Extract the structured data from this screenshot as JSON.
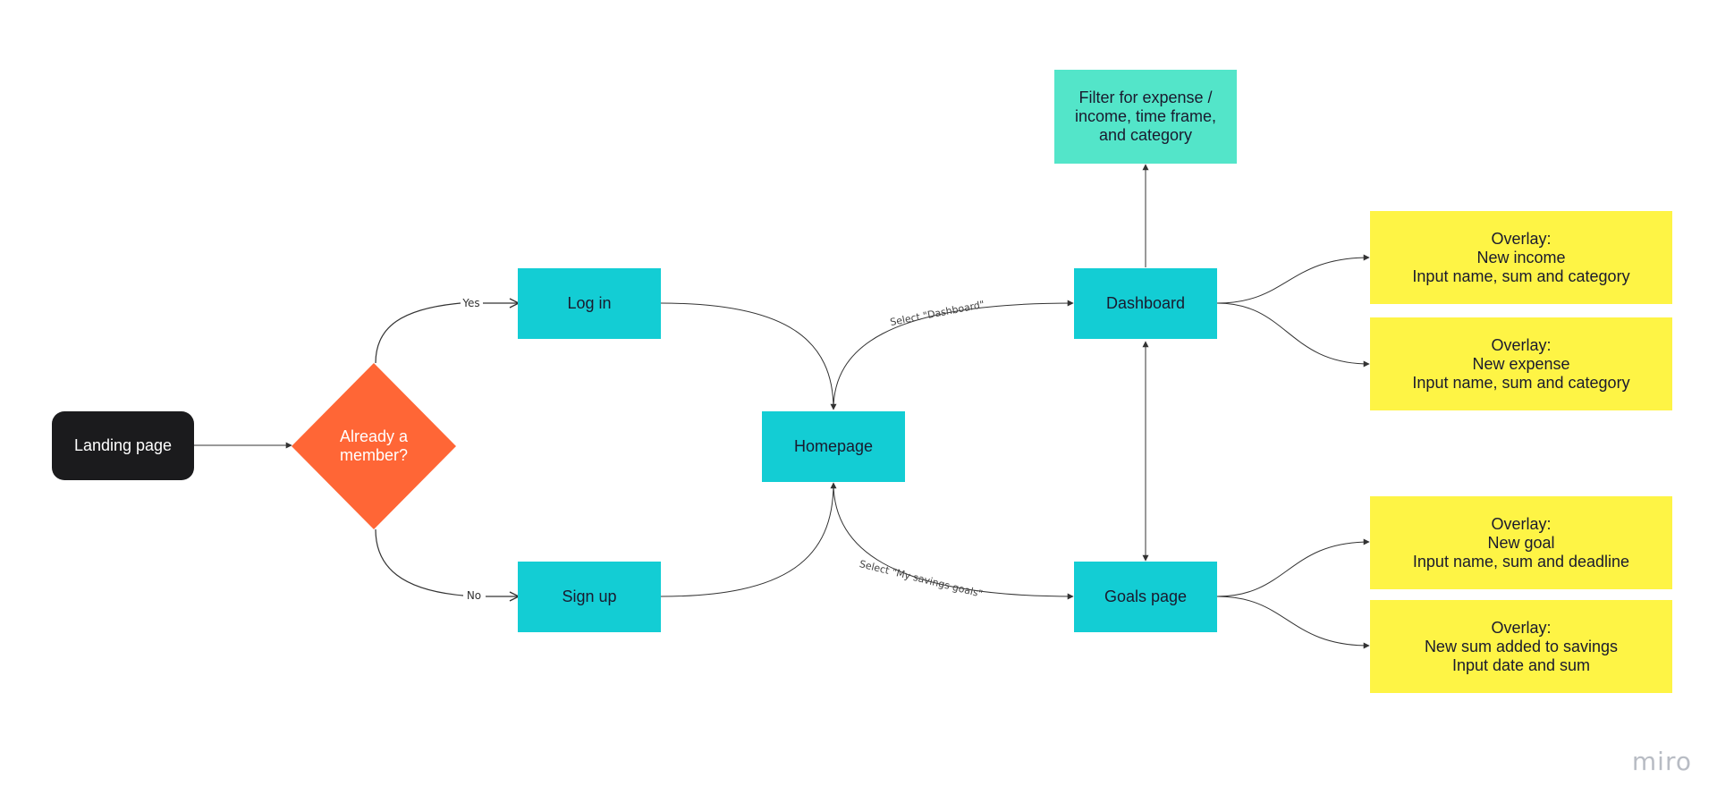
{
  "colors": {
    "start": "#1b1b1d",
    "decision": "#ff6636",
    "page": "#13cdd4",
    "filter": "#53e5c9",
    "overlay": "#fef445",
    "connector": "#333333"
  },
  "nodes": {
    "landing": {
      "label": "Landing page"
    },
    "decision": {
      "label": "Already a\nmember?"
    },
    "login": {
      "label": "Log in"
    },
    "signup": {
      "label": "Sign up"
    },
    "homepage": {
      "label": "Homepage"
    },
    "dashboard": {
      "label": "Dashboard"
    },
    "goals": {
      "label": "Goals page"
    },
    "filter": {
      "label": "Filter for expense /\nincome, time frame,\nand category"
    },
    "overlay_income": {
      "label": "Overlay:\nNew income\nInput name, sum and category"
    },
    "overlay_expense": {
      "label": "Overlay:\nNew expense\nInput name, sum and category"
    },
    "overlay_goal": {
      "label": "Overlay:\nNew goal\nInput name, sum and deadline"
    },
    "overlay_savings": {
      "label": "Overlay:\nNew sum added to savings\nInput date and sum"
    }
  },
  "edges": {
    "yes": "Yes",
    "no": "No",
    "select_dashboard": "Select \"Dashboard\"",
    "select_goals": "Select \"My savings goals\""
  },
  "watermark": "miro"
}
